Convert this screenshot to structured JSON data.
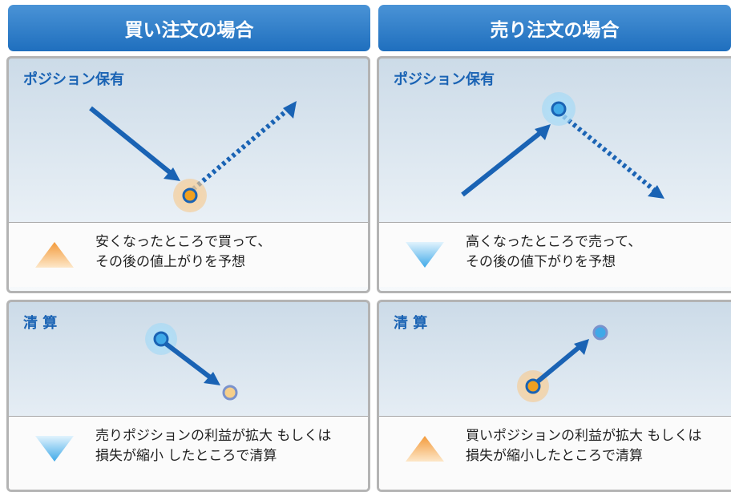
{
  "buy": {
    "header": "買い注文の場合",
    "position_title": "ポジション保有",
    "position_desc_line1": "安くなったところで買って、",
    "position_desc_line2": "その後の値上がりを予想",
    "close_title": "清 算",
    "close_desc_line1": "売りポジションの利益が拡大  もしくは",
    "close_desc_line2": "損失が縮小 したところで清算"
  },
  "sell": {
    "header": "売り注文の場合",
    "position_title": "ポジション保有",
    "position_desc_line1": "高くなったところで売って、",
    "position_desc_line2": "その後の値下がりを予想",
    "close_title": "清 算",
    "close_desc_line1": "買いポジションの利益が拡大  もしくは",
    "close_desc_line2": "損失が縮小したところで清算"
  },
  "icons": {
    "up": "triangle-up-icon",
    "down": "triangle-down-icon"
  },
  "colors": {
    "header": "#1f6fbe",
    "arrow": "#1a63b4",
    "orange_dot": "#f0a020",
    "title": "#1a63b4",
    "up_triangle": "#f2a24a",
    "down_triangle": "#3fa9e8"
  }
}
